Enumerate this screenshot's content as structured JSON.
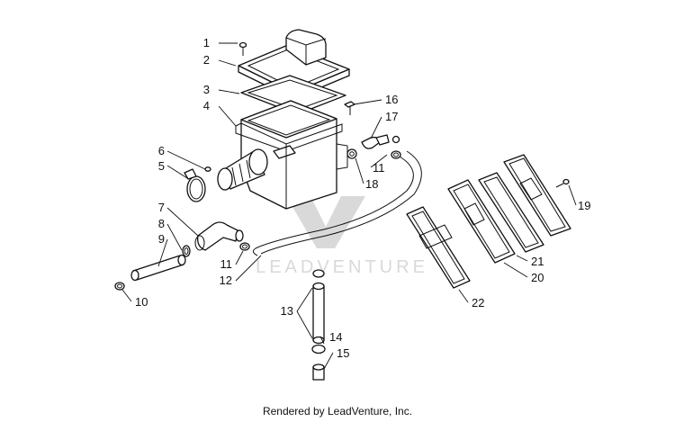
{
  "watermark": {
    "brand": "LEADVENTURE"
  },
  "footer": {
    "credit": "Rendered by LeadVenture, Inc."
  },
  "callouts": [
    {
      "id": "1",
      "label": "1"
    },
    {
      "id": "2",
      "label": "2"
    },
    {
      "id": "3",
      "label": "3"
    },
    {
      "id": "4",
      "label": "4"
    },
    {
      "id": "5",
      "label": "5"
    },
    {
      "id": "6",
      "label": "6"
    },
    {
      "id": "7",
      "label": "7"
    },
    {
      "id": "8",
      "label": "8"
    },
    {
      "id": "9",
      "label": "9"
    },
    {
      "id": "10",
      "label": "10"
    },
    {
      "id": "11a",
      "label": "11"
    },
    {
      "id": "11b",
      "label": "11"
    },
    {
      "id": "12",
      "label": "12"
    },
    {
      "id": "13",
      "label": "13"
    },
    {
      "id": "14",
      "label": "14"
    },
    {
      "id": "15",
      "label": "15"
    },
    {
      "id": "16",
      "label": "16"
    },
    {
      "id": "17",
      "label": "17"
    },
    {
      "id": "18",
      "label": "18"
    },
    {
      "id": "19",
      "label": "19"
    },
    {
      "id": "20",
      "label": "20"
    },
    {
      "id": "21",
      "label": "21"
    },
    {
      "id": "22",
      "label": "22"
    }
  ]
}
